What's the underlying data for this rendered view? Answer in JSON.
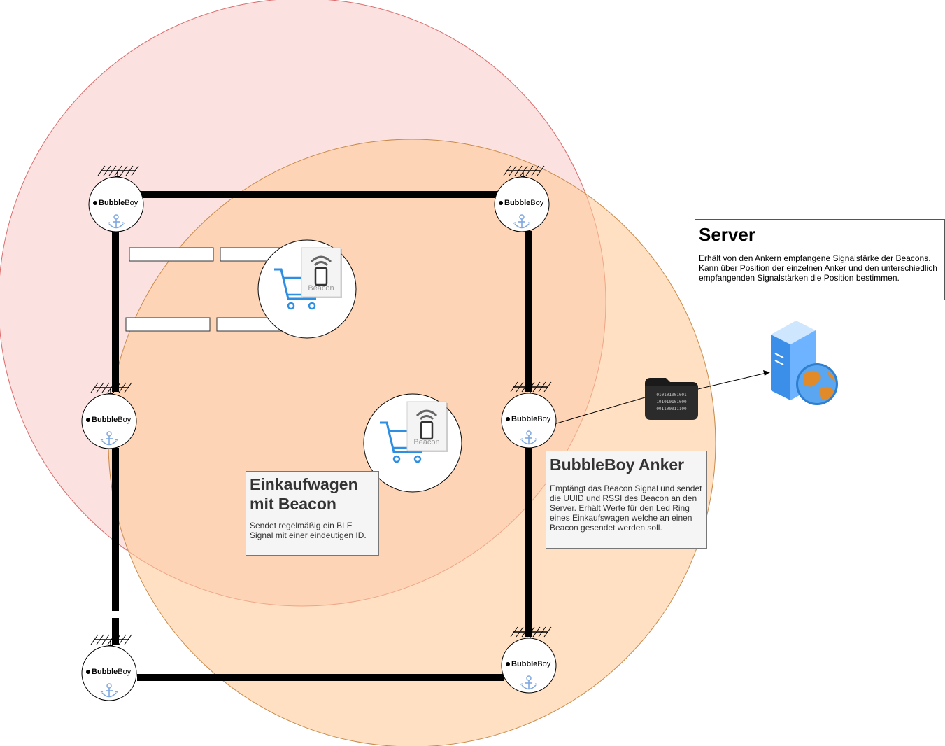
{
  "anchors": {
    "brand_bold": "Bubble",
    "brand_light": "Boy"
  },
  "beacon": {
    "label": "Beacon"
  },
  "server_box": {
    "title": "Server",
    "text": "Erhält von den Ankern empfangene Signalstärke der Beacons. Kann über Position der einzelnen Anker und den unterschiedlich empfangenden Signalstärken die Position bestimmen."
  },
  "cart_box": {
    "title_line1": "Einkaufwagen",
    "title_line2": "mit Beacon",
    "text": "Sendet regelmäßig ein BLE Signal mit einer eindeutigen ID."
  },
  "anchor_box": {
    "title": "BubbleBoy Anker",
    "text": "Empfängt das Beacon Signal und sendet die UUID und RSSI des Beacon an den Server. Erhält Werte für den Led Ring eines Einkaufswagen welche an einen Beacon gesendet werden soll."
  },
  "data_folder": {
    "bits_line1": "010101001001",
    "bits_line2": "101010101000",
    "bits_line3": "001100011100"
  },
  "colors": {
    "circle_red": "#f8cecc",
    "circle_orange": "#ffcc99",
    "cart_blue": "#2d8ee2",
    "anchor_blue": "#7fa7e0"
  }
}
